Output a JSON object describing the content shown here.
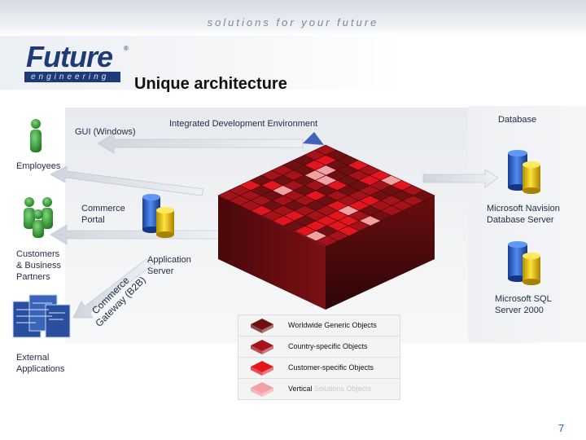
{
  "header": {
    "tagline": "solutions for your future",
    "logo_top": "Future",
    "logo_bottom": "engineering",
    "title": "Unique architecture"
  },
  "diagram": {
    "labels": {
      "gui": "GUI (Windows)",
      "ide": "Integrated Development Environment",
      "database": "Database",
      "employees": "Employees",
      "commerce_portal_1": "Commerce",
      "commerce_portal_2": "Portal",
      "nav_db_1": "Microsoft Navision",
      "nav_db_2": "Database Server",
      "customers_1": "Customers",
      "customers_2": "& Business",
      "customers_3": "Partners",
      "app_server_1": "Application",
      "app_server_2": "Server",
      "gateway_1": "Commerce",
      "gateway_2": "Gateway (B2B)",
      "sql_1": "Microsoft SQL",
      "sql_2": "Server 2000",
      "external_1": "External",
      "external_2": "Applications"
    },
    "legend": [
      {
        "label": "Worldwide Generic Objects",
        "color": "#6e0f12"
      },
      {
        "label": "Country-specific Objects",
        "color": "#a5131a"
      },
      {
        "label": "Customer-specific Objects",
        "color": "#e3151f"
      },
      {
        "label_a": "Vertical",
        "label_b": "Solutions Objects",
        "color": "#f2a0a4"
      }
    ],
    "colors": {
      "accent": "#2e5fb4",
      "person": "#3aa83a",
      "db_blue": "#2f67d6",
      "db_yellow": "#f0c800"
    }
  },
  "footer": {
    "page_number": "7"
  }
}
